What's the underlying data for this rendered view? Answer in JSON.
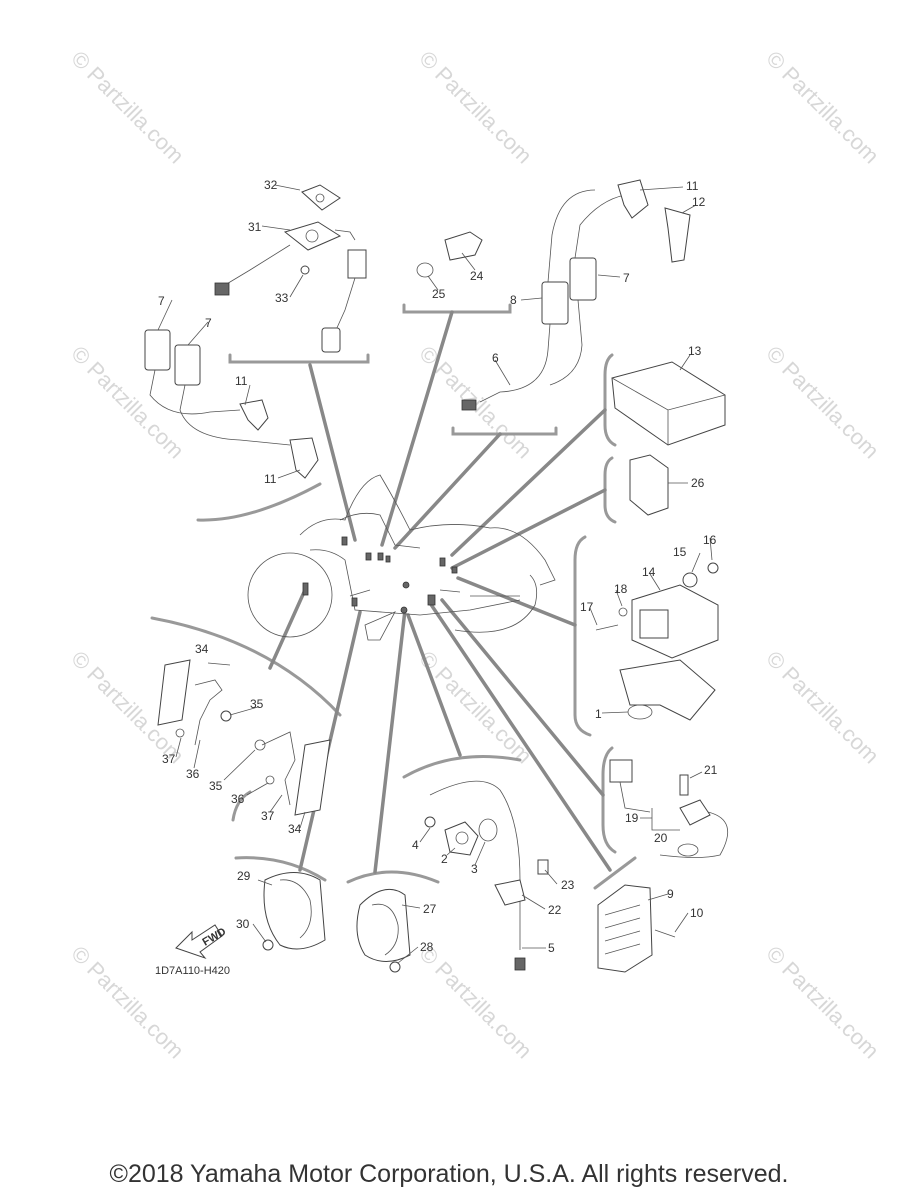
{
  "watermark": "© Partzilla.com",
  "drawing_code": "1D7A110-H420",
  "fwd_label": "FWD",
  "copyright": "©2018 Yamaha Motor Corporation, U.S.A. All rights reserved.",
  "callouts": [
    "1",
    "2",
    "3",
    "4",
    "5",
    "6",
    "7",
    "8",
    "9",
    "10",
    "11",
    "12",
    "13",
    "14",
    "15",
    "16",
    "17",
    "18",
    "19",
    "20",
    "21",
    "22",
    "23",
    "24",
    "25",
    "26",
    "27",
    "28",
    "29",
    "30",
    "31",
    "32",
    "33",
    "34",
    "35",
    "36",
    "37"
  ]
}
